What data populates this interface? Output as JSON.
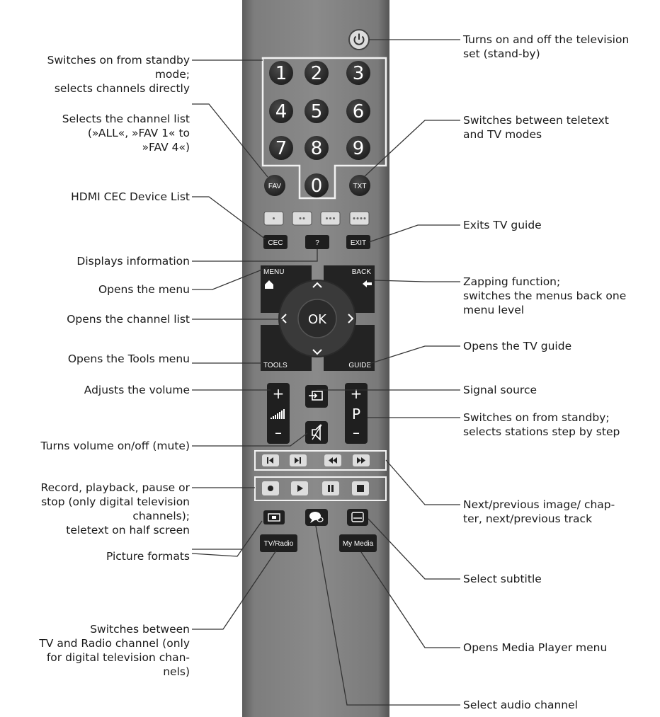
{
  "left_labels": [
    {
      "id": "standby-digits",
      "text": "Switches on from standby\nmode;\nselects channels directly"
    },
    {
      "id": "fav",
      "text": "Selects the channel list\n(»ALL«, »FAV 1« to\n»FAV 4«)"
    },
    {
      "id": "cec",
      "text": "HDMI CEC Device List"
    },
    {
      "id": "info",
      "text": "Displays information"
    },
    {
      "id": "menu",
      "text": "Opens the menu"
    },
    {
      "id": "ok",
      "text": "Opens the channel list"
    },
    {
      "id": "tools",
      "text": "Opens the Tools menu"
    },
    {
      "id": "volume",
      "text": "Adjusts the volume"
    },
    {
      "id": "mute",
      "text": "Turns volume on/off (mute)"
    },
    {
      "id": "record",
      "text": "Record, playback, pause or\nstop (only digital television\nchannels);\nteletext on half screen"
    },
    {
      "id": "picture",
      "text": "Picture formats"
    },
    {
      "id": "tvradio",
      "text": "Switches between\nTV and Radio channel (only\nfor digital television chan-\nnels)"
    }
  ],
  "right_labels": [
    {
      "id": "power",
      "text": "Turns on and off the television\nset (stand-by)"
    },
    {
      "id": "txt",
      "text": "Switches between teletext\nand TV modes"
    },
    {
      "id": "exit",
      "text": "Exits TV guide"
    },
    {
      "id": "back",
      "text": "Zapping function;\nswitches the menus back one\nmenu level"
    },
    {
      "id": "guide",
      "text": "Opens the TV guide"
    },
    {
      "id": "source",
      "text": "Signal source"
    },
    {
      "id": "program",
      "text": "Switches on from standby;\nselects stations step by step"
    },
    {
      "id": "nav",
      "text": "Next/previous image/ chap-\nter, next/previous track"
    },
    {
      "id": "subtitle",
      "text": "Select subtitle"
    },
    {
      "id": "media",
      "text": "Opens Media Player menu"
    },
    {
      "id": "audio",
      "text": "Select audio channel"
    }
  ],
  "remote": {
    "digits": [
      "1",
      "2",
      "3",
      "4",
      "5",
      "6",
      "7",
      "8",
      "9",
      "0"
    ],
    "fav": "FAV",
    "txt": "TXT",
    "cec": "CEC",
    "info": "?",
    "exit": "EXIT",
    "menu": "MENU",
    "back": "BACK",
    "ok": "OK",
    "tools": "TOOLS",
    "guide": "GUIDE",
    "plus": "+",
    "minus": "–",
    "p": "P",
    "tvradio": "TV/Radio",
    "mymedia": "My Media"
  }
}
